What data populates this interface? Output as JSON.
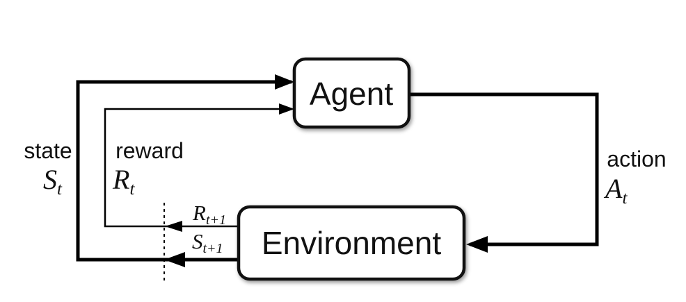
{
  "diagram": {
    "type": "flow-loop",
    "nodes": {
      "agent": {
        "label": "Agent"
      },
      "environment": {
        "label": "Environment"
      }
    },
    "labels": {
      "state": {
        "word": "state",
        "symbol": "S",
        "subscript": "t"
      },
      "reward": {
        "word": "reward",
        "symbol": "R",
        "subscript": "t"
      },
      "action": {
        "word": "action",
        "symbol": "A",
        "subscript": "t"
      },
      "next_reward": {
        "symbol": "R",
        "subscript": "t+1"
      },
      "next_state": {
        "symbol": "S",
        "subscript": "t+1"
      }
    },
    "colors": {
      "background": "#ffffff",
      "line": "#000000",
      "box_border": "#111111",
      "box_fill": "#ffffff",
      "text": "#111111"
    }
  }
}
